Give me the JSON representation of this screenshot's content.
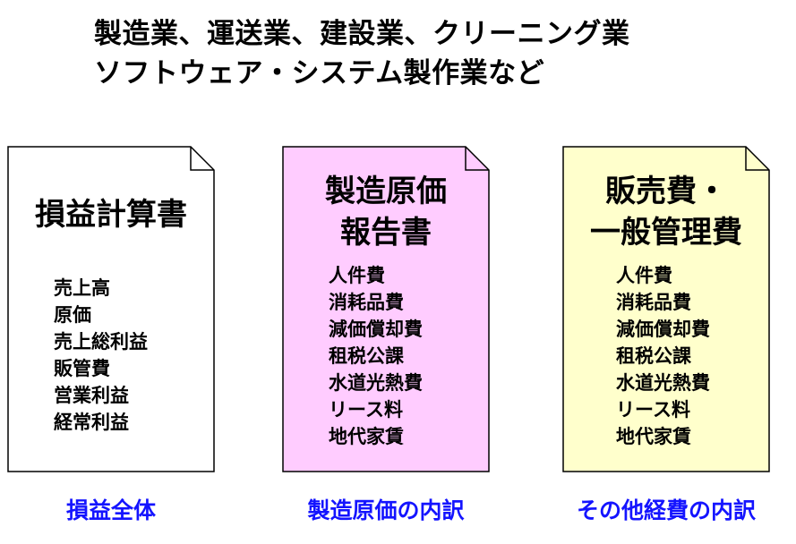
{
  "heading": {
    "line1": "製造業、運送業、建設業、クリーニング業",
    "line2": "ソフトウェア・システム製作業など"
  },
  "colors": {
    "caption": "#1414ff",
    "doc1_fill": "#ffffff",
    "doc2_fill": "#ffccff",
    "doc3_fill": "#ffffcc"
  },
  "documents": [
    {
      "title_lines": [
        "損益計算書"
      ],
      "items": [
        "売上高",
        "原価",
        "売上総利益",
        "販管費",
        "営業利益",
        "経常利益"
      ],
      "caption": "損益全体"
    },
    {
      "title_lines": [
        "製造原価",
        "報告書"
      ],
      "items": [
        "人件費",
        "消耗品費",
        "減価償却費",
        "租税公課",
        "水道光熱費",
        "リース料",
        "地代家賃"
      ],
      "caption": "製造原価の内訳"
    },
    {
      "title_lines": [
        "販売費・",
        "一般管理費"
      ],
      "items": [
        "人件費",
        "消耗品費",
        "減価償却費",
        "租税公課",
        "水道光熱費",
        "リース料",
        "地代家賃"
      ],
      "caption": "その他経費の内訳"
    }
  ]
}
